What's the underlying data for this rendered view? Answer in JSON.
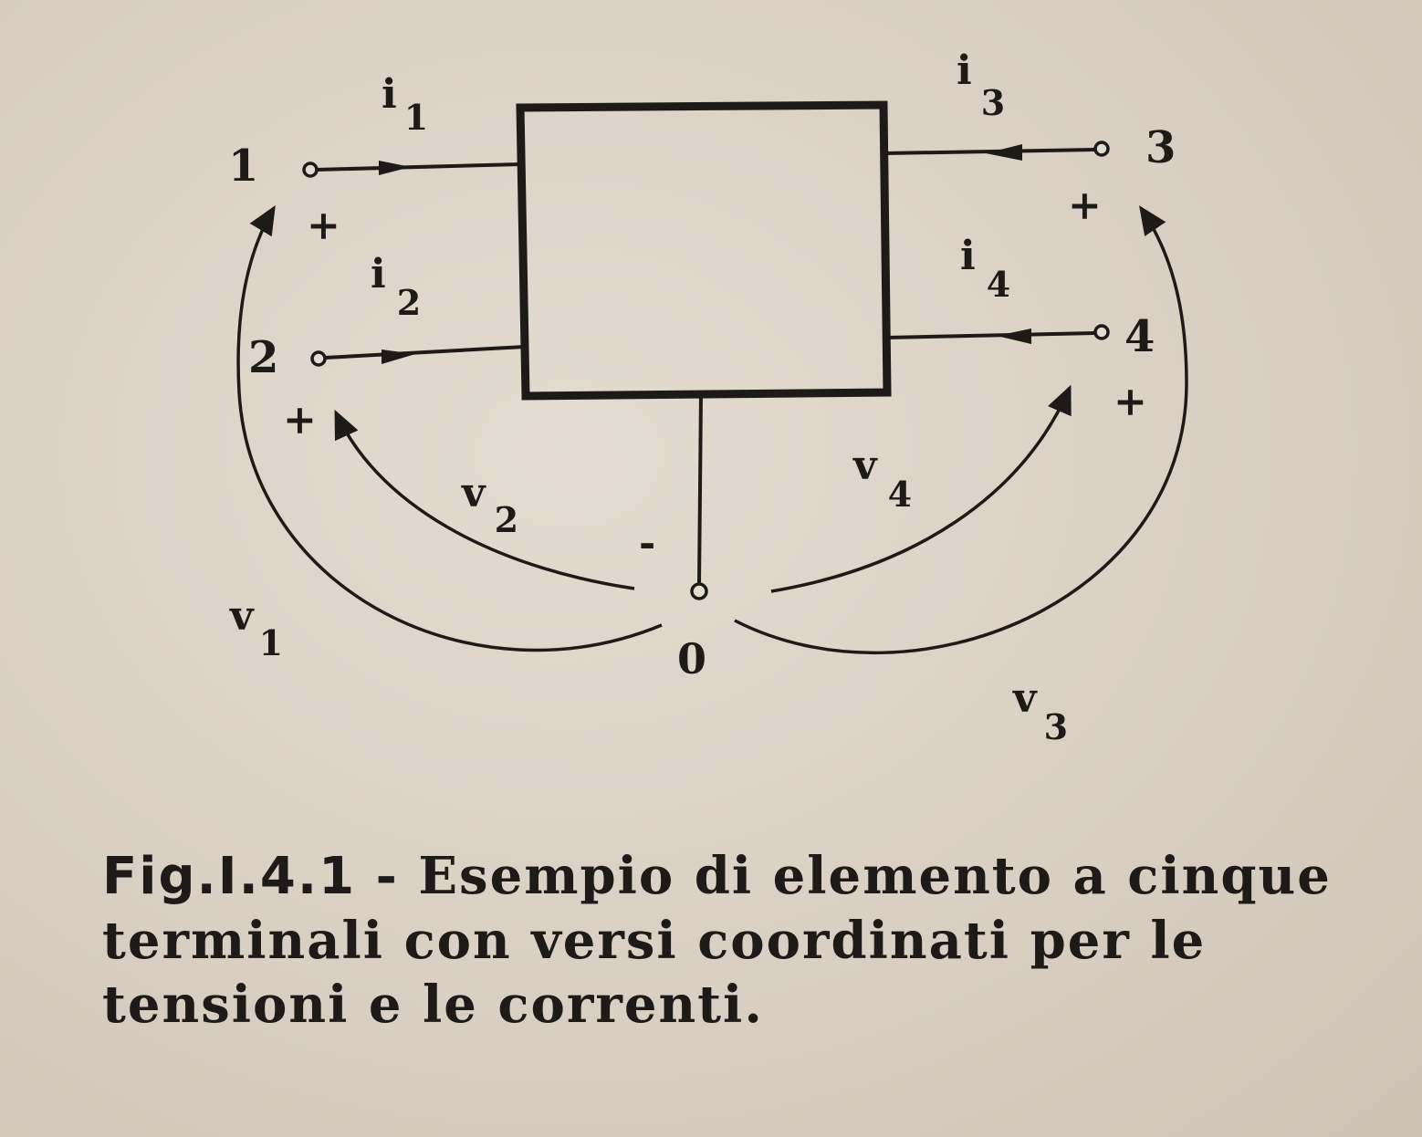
{
  "diagram": {
    "terminals": [
      "1",
      "2",
      "3",
      "4",
      "0"
    ],
    "currents": [
      {
        "base": "i",
        "sub": "1"
      },
      {
        "base": "i",
        "sub": "2"
      },
      {
        "base": "i",
        "sub": "3"
      },
      {
        "base": "i",
        "sub": "4"
      }
    ],
    "voltages": [
      {
        "base": "v",
        "sub": "1"
      },
      {
        "base": "v",
        "sub": "2"
      },
      {
        "base": "v",
        "sub": "3"
      },
      {
        "base": "v",
        "sub": "4"
      }
    ],
    "plus_sign": "+",
    "minus_sign": "-"
  },
  "caption": {
    "figure_label": "Fig.I.4.1",
    "text": " - Esempio di elemento a cinque terminali con versi coordinati per le tensioni e le correnti."
  }
}
